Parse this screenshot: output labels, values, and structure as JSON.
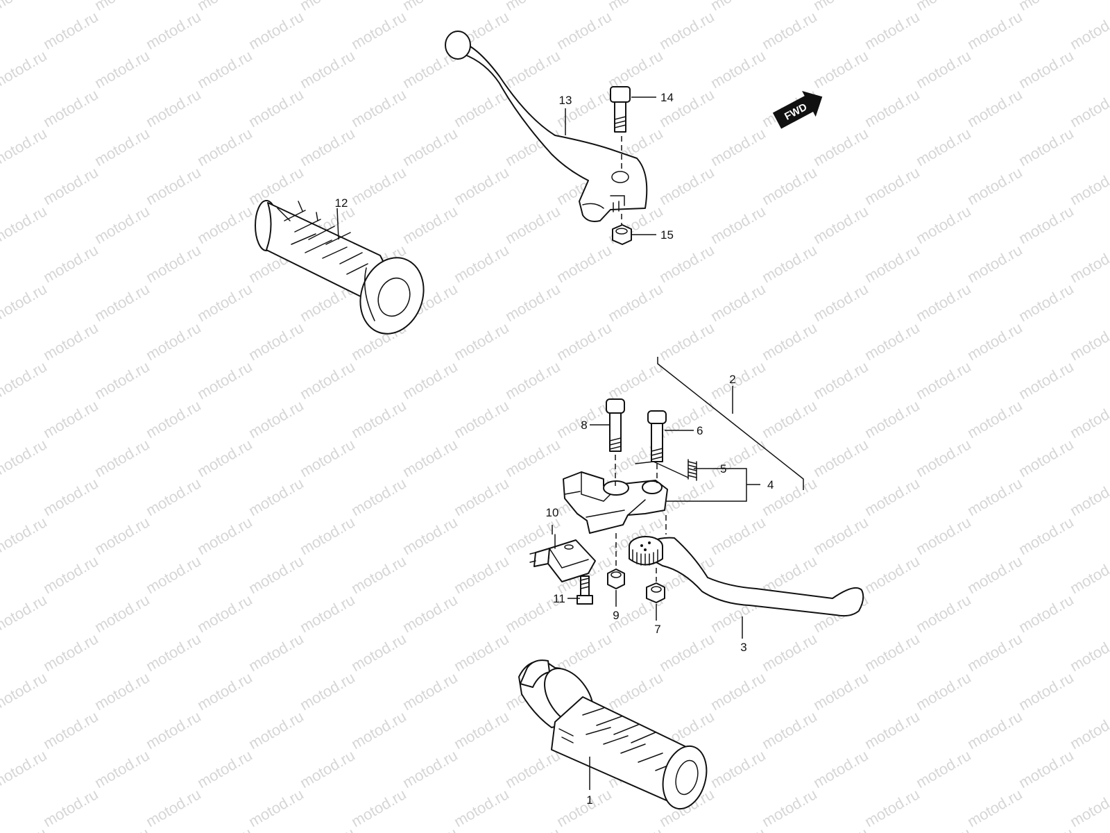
{
  "watermark": "motod.ru",
  "direction_badge": "FWD",
  "callouts": [
    {
      "id": "c1",
      "text": "1"
    },
    {
      "id": "c2",
      "text": "2"
    },
    {
      "id": "c3",
      "text": "3"
    },
    {
      "id": "c4",
      "text": "4"
    },
    {
      "id": "c5",
      "text": "5"
    },
    {
      "id": "c6",
      "text": "6"
    },
    {
      "id": "c7",
      "text": "7"
    },
    {
      "id": "c8",
      "text": "8"
    },
    {
      "id": "c9",
      "text": "9"
    },
    {
      "id": "c10",
      "text": "10"
    },
    {
      "id": "c11",
      "text": "11"
    },
    {
      "id": "c12",
      "text": "12"
    },
    {
      "id": "c13",
      "text": "13"
    },
    {
      "id": "c14",
      "text": "14"
    },
    {
      "id": "c15",
      "text": "15"
    }
  ]
}
